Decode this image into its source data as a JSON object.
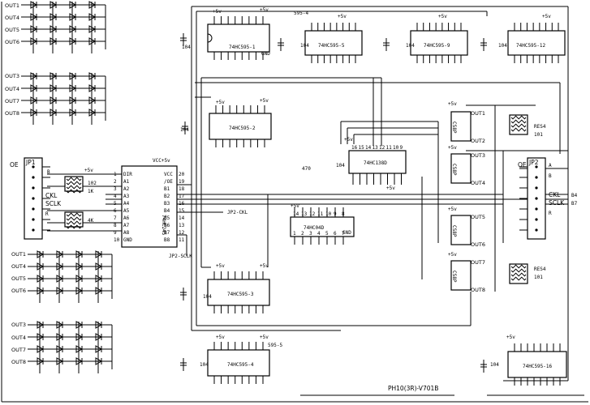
{
  "title_block": {
    "text": "PH10(3R)-V701B"
  },
  "led_groups": [
    {
      "labels": [
        "OUT1",
        "OUT4",
        "OUT5",
        "OUT6"
      ]
    },
    {
      "labels": [
        "OUT3",
        "OUT4",
        "OUT7",
        "OUT8"
      ]
    },
    {
      "labels": [
        "OUT1",
        "OUT4",
        "OUT5",
        "OUT6"
      ]
    },
    {
      "labels": [
        "OUT3",
        "OUT4",
        "OUT7",
        "OUT8"
      ]
    }
  ],
  "shift_registers": [
    {
      "name": "74HC595-1",
      "supply": "+5v",
      "cap": "104",
      "gnd": "GND"
    },
    {
      "name": "74HC595-2",
      "supply": "+5v",
      "cap": "104"
    },
    {
      "name": "74HC595-3",
      "supply": "+5v",
      "cap": "104"
    },
    {
      "name": "74HC595-4",
      "supply": "+5v",
      "cap": "104",
      "net": "595-5"
    },
    {
      "name": "74HC595-5",
      "supply": "+5v",
      "cap": "104",
      "net": "595-4"
    },
    {
      "name": "74HC595-9",
      "supply": "+5v",
      "cap": "104"
    },
    {
      "name": "74HC595-12",
      "supply": "+5v",
      "cap": "104"
    },
    {
      "name": "74HC595-16",
      "supply": "+5v",
      "cap": "104"
    }
  ],
  "chip_245": {
    "name": "74HC245",
    "supply": "VCC+5v",
    "left_pins": [
      {
        "num": "1",
        "name": "DIR"
      },
      {
        "num": "2",
        "name": "A1"
      },
      {
        "num": "3",
        "name": "A2"
      },
      {
        "num": "4",
        "name": "A3"
      },
      {
        "num": "5",
        "name": "A4"
      },
      {
        "num": "6",
        "name": "A5"
      },
      {
        "num": "7",
        "name": "A6"
      },
      {
        "num": "8",
        "name": "A7"
      },
      {
        "num": "9",
        "name": "A8"
      },
      {
        "num": "10",
        "name": "GND"
      }
    ],
    "right_pins": [
      {
        "num": "20",
        "name": "VCC"
      },
      {
        "num": "19",
        "name": "/OE"
      },
      {
        "num": "18",
        "name": "B1"
      },
      {
        "num": "17",
        "name": "B2"
      },
      {
        "num": "16",
        "name": "B3"
      },
      {
        "num": "15",
        "name": "B4"
      },
      {
        "num": "14",
        "name": "B5"
      },
      {
        "num": "13",
        "name": "B6"
      },
      {
        "num": "12",
        "name": "B7"
      },
      {
        "num": "11",
        "name": "B8"
      }
    ],
    "net_b4": "JP2-CKL",
    "net_b8": "JP2-SCLK"
  },
  "jp1": {
    "name": "JP1",
    "oe": "OE",
    "b": "B",
    "ckl": "CKL",
    "sclk": "SCLK",
    "r": "R",
    "res_top": "102",
    "res_top_val": "1K",
    "res_bottom": "4K",
    "supply": "+5v"
  },
  "jp2": {
    "name": "JP2",
    "oe": "OE",
    "a": "A",
    "b": "B",
    "ckl": "CKL",
    "sclk": "SCLK",
    "r": "R",
    "tap1": "B4",
    "tap2": "B7"
  },
  "chip_138": {
    "name": "74HC138D",
    "supply": "+5v",
    "cap": "104",
    "cap2": "470",
    "pins": [
      "16",
      "15",
      "14",
      "13",
      "12",
      "11",
      "10",
      "9"
    ]
  },
  "chip_04": {
    "name": "74HC04D",
    "supply": "+5v",
    "pins_top": [
      "14",
      "13",
      "12",
      "11",
      "10",
      "9",
      "8"
    ],
    "pins_bot": [
      "1",
      "2",
      "3",
      "4",
      "5",
      "6",
      "7"
    ],
    "gnd": "GND"
  },
  "drivers": [
    {
      "name": "CS8P",
      "supply": "+5v",
      "a": "OUT1",
      "b": "OUT2"
    },
    {
      "name": "CS8P",
      "supply": "+5v",
      "a": "OUT3",
      "b": "OUT4"
    },
    {
      "name": "CS8P",
      "supply": "+5v",
      "a": "OUT5",
      "b": "OUT6"
    },
    {
      "name": "CS8P",
      "supply": "+5v",
      "a": "OUT7",
      "b": "OUT8"
    }
  ],
  "res_arrays": [
    {
      "name": "RES4",
      "value": "101"
    },
    {
      "name": "RES4",
      "value": "101"
    }
  ]
}
